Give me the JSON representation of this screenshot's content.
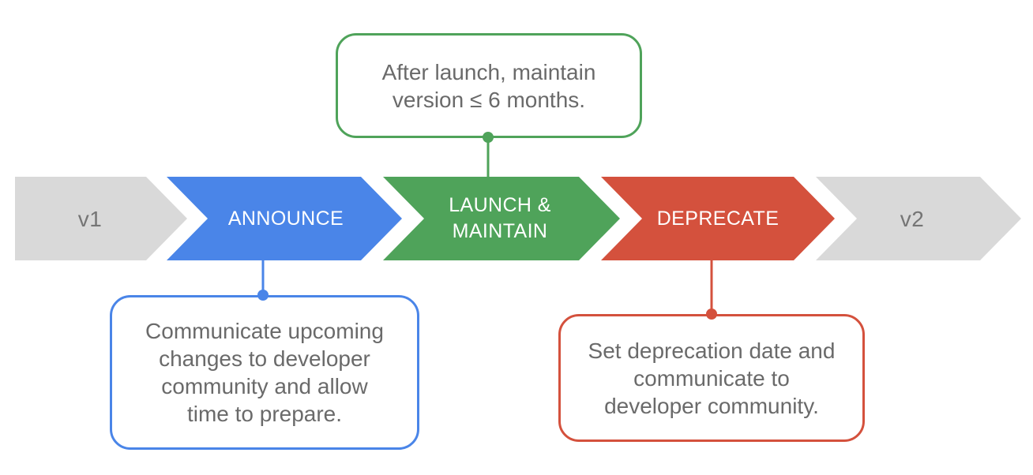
{
  "timeline": {
    "steps": [
      {
        "id": "v1",
        "label": "v1",
        "fill": "#D9D9D9",
        "text_color": "#757575"
      },
      {
        "id": "announce",
        "label": "ANNOUNCE",
        "fill": "#4A85E8",
        "text_color": "#FFFFFF"
      },
      {
        "id": "launch-maintain",
        "label": "LAUNCH &\nMAINTAIN",
        "fill": "#4FA35A",
        "text_color": "#FFFFFF"
      },
      {
        "id": "deprecate",
        "label": "DEPRECATE",
        "fill": "#D4513D",
        "text_color": "#FFFFFF"
      },
      {
        "id": "v2",
        "label": "v2",
        "fill": "#D9D9D9",
        "text_color": "#757575"
      }
    ]
  },
  "callouts": {
    "top": {
      "for_step": "launch-maintain",
      "color": "#4FA35A",
      "text": "After launch, maintain\nversion ≤ 6 months."
    },
    "bottom_left": {
      "for_step": "announce",
      "color": "#4A85E8",
      "text": "Communicate upcoming\nchanges to developer\ncommunity and allow\ntime to prepare."
    },
    "bottom_right": {
      "for_step": "deprecate",
      "color": "#D4513D",
      "text": "Set deprecation date and\ncommunicate to\ndeveloper community."
    }
  }
}
